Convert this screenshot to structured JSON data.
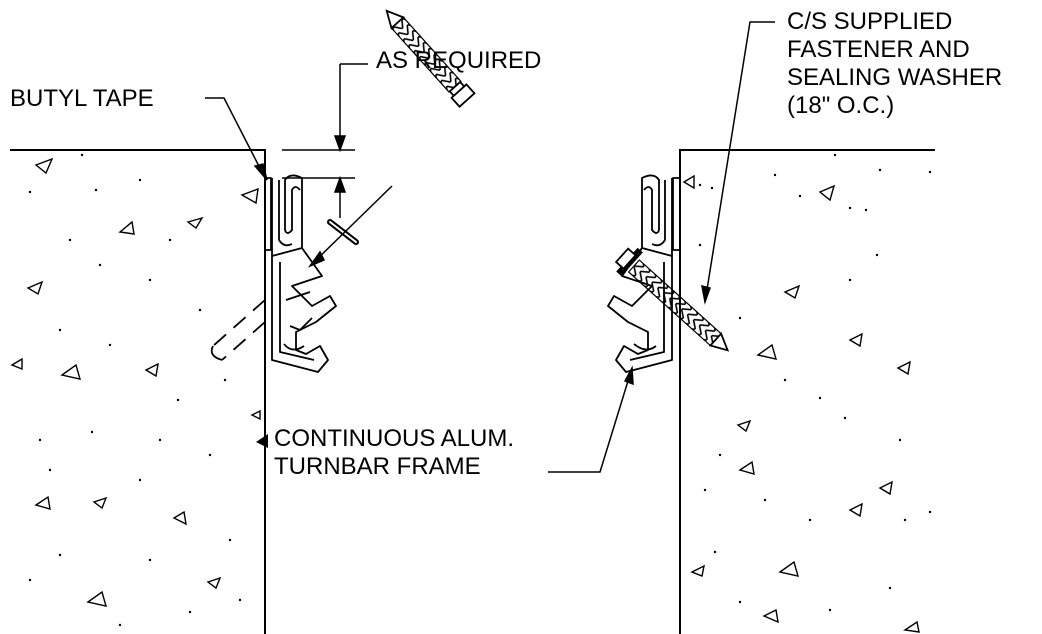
{
  "labels": {
    "butyl_tape": "BUTYL TAPE",
    "as_required": "AS REQUIRED",
    "fastener": [
      "C/S SUPPLIED",
      "FASTENER AND",
      "SEALING WASHER",
      "(18\" O.C.)"
    ],
    "frame": [
      "CONTINUOUS ALUM.",
      "TURNBAR FRAME"
    ]
  },
  "colors": {
    "line": "#000000",
    "background": "#ffffff"
  }
}
